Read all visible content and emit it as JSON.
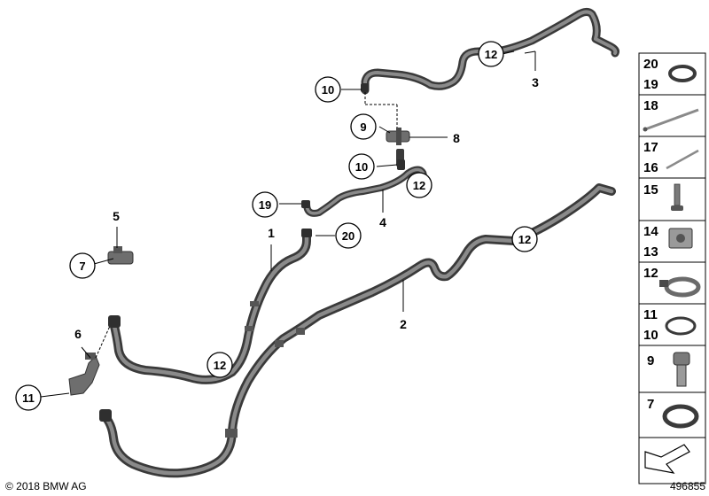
{
  "diagram": {
    "callouts": {
      "c12_top": "12",
      "c10_top": "10",
      "c9": "9",
      "c10_mid": "10",
      "c12_mid": "12",
      "c19": "19",
      "c20": "20",
      "c12_right": "12",
      "c7": "7",
      "c12_bottom": "12",
      "c11": "11"
    },
    "labels": {
      "l3": "3",
      "l8": "8",
      "l4": "4",
      "l5": "5",
      "l1": "1",
      "l2": "2",
      "l6": "6"
    },
    "sidebar": {
      "p20": "20",
      "p19": "19",
      "p18": "18",
      "p17": "17",
      "p16": "16",
      "p15": "15",
      "p14": "14",
      "p13": "13",
      "p12": "12",
      "p11": "11",
      "p10": "10",
      "p9": "9",
      "p7": "7"
    },
    "copyright": "© 2018 BMW AG",
    "diagram_number": "496855"
  }
}
